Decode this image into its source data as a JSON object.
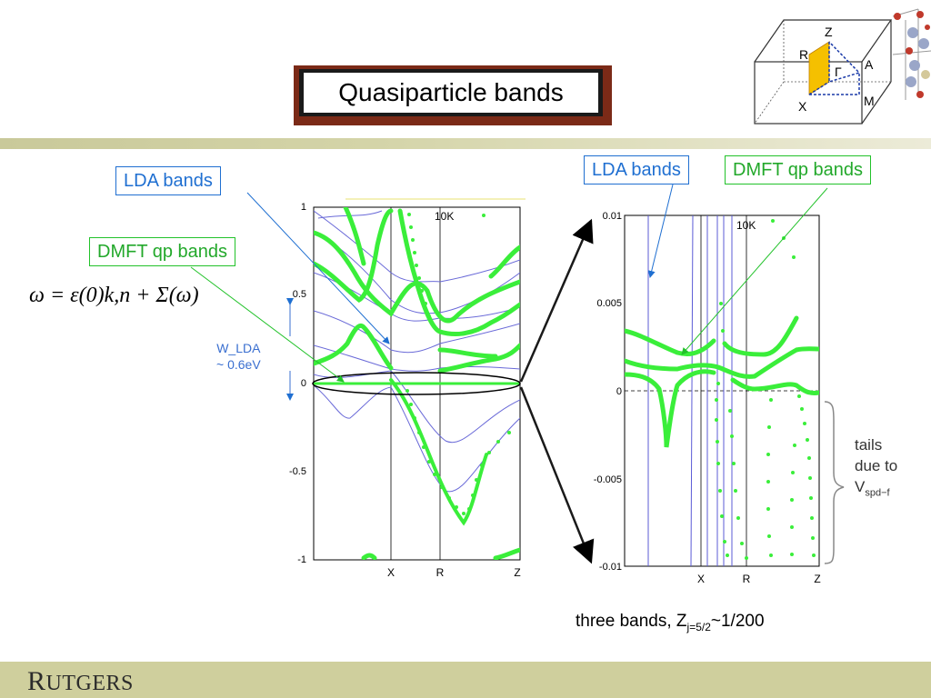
{
  "slide": {
    "title": "Quasiparticle bands",
    "logo": "RUTGERS",
    "logo_initial": "R",
    "logo_rest": "UTGERS"
  },
  "left_plot": {
    "label_lda": "LDA bands",
    "label_dmft": "DMFT qp bands",
    "temperature": "10K",
    "y_ticks": [
      "1",
      "0.5",
      "0",
      "-0.5",
      "-1"
    ],
    "x_ticks": [
      "X",
      "R",
      "Z"
    ],
    "width_label_line1": "W_LDA",
    "width_label_line2": "~ 0.6eV"
  },
  "formula": {
    "text": "ω = ε(0)k,n + Σ(ω)"
  },
  "right_plot": {
    "label_lda": "LDA bands",
    "label_dmft": "DMFT qp bands",
    "temperature": "10K",
    "y_ticks": [
      "0.01",
      "0.005",
      "0",
      "-0.005",
      "-0.01"
    ],
    "x_ticks": [
      "X",
      "R",
      "Z"
    ],
    "tails_line1": "tails",
    "tails_line2": "due to",
    "tails_v": "V",
    "tails_sub": "spd−f"
  },
  "z_info": {
    "prefix": "three bands, Z",
    "sub": "j=5/2",
    "suffix": "~1/200"
  },
  "brillouin": {
    "labels": [
      "Z",
      "R",
      "Γ",
      "A",
      "X",
      "M"
    ]
  },
  "colors": {
    "lda": "#5b5bd6",
    "dmft": "#2ef02e",
    "callout_blue": "#1f6fd1",
    "callout_green": "#22c22a",
    "title_shadow": "#7b2a17",
    "band_bar": "#cfcf9d"
  }
}
